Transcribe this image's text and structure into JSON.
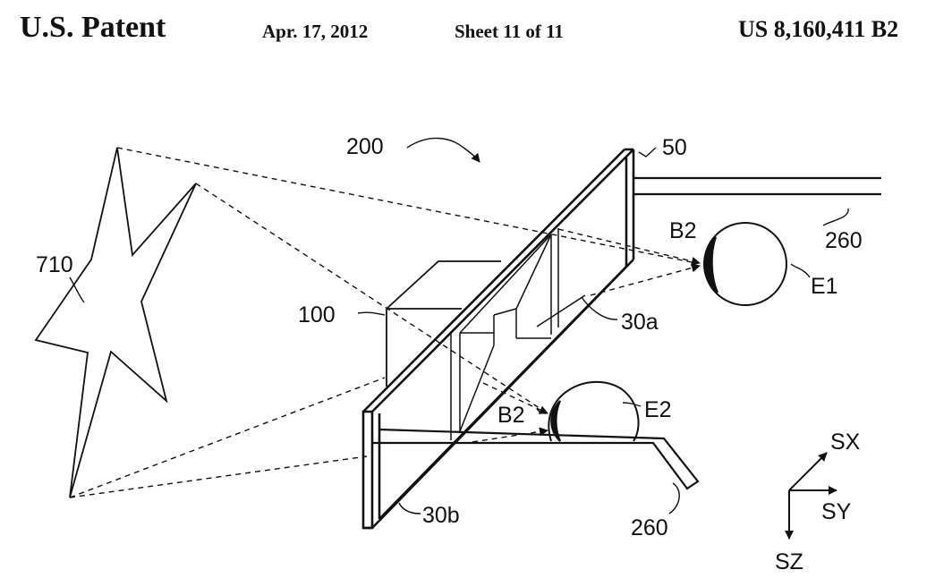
{
  "header": {
    "title": "U.S. Patent",
    "date": "Apr. 17, 2012",
    "sheet": "Sheet 11 of 11",
    "patent_number": "US 8,160,411 B2"
  },
  "figure": {
    "labels": {
      "system": "200",
      "frame": "50",
      "object": "710",
      "projector": "100",
      "temple_upper": "260",
      "temple_lower": "260",
      "beam_upper": "B2",
      "beam_lower": "B2",
      "eye_upper": "E1",
      "eye_lower": "E2",
      "plate_upper": "30a",
      "plate_lower": "30b"
    },
    "axes": {
      "x": "SX",
      "y": "SY",
      "z": "SZ"
    }
  }
}
